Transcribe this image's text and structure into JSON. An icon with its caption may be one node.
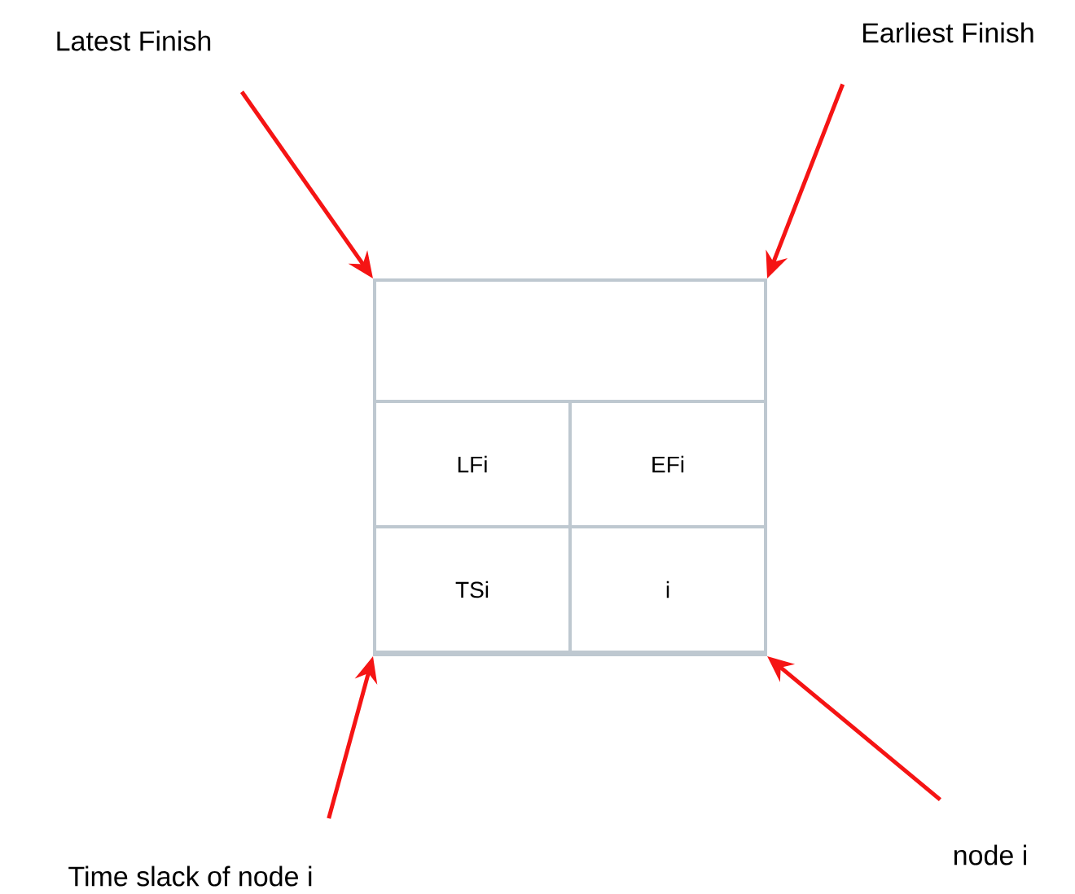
{
  "diagram": {
    "nodes": [
      {
        "text": [
          "Latest Finish"
        ]
      },
      {
        "text": [
          "Earliest Finish"
        ]
      },
      {
        "text": [],
        "shape": "box"
      },
      {
        "text": [
          "LFi"
        ],
        "in": 2
      },
      {
        "text": [
          "EFi"
        ],
        "in": 2
      },
      {
        "text": [
          "TSi"
        ],
        "in": 2
      },
      {
        "text": [
          "i"
        ],
        "in": 2
      },
      {
        "text": [
          "Time slack of node i"
        ]
      },
      {
        "text": [
          "node i"
        ]
      }
    ],
    "edges": [
      {
        "from": 0,
        "to": 2,
        "arrow": "to"
      },
      {
        "from": 1,
        "to": 2,
        "arrow": "to"
      },
      {
        "from": 7,
        "to": 2,
        "arrow": "to"
      },
      {
        "from": 8,
        "to": 2,
        "arrow": "to"
      }
    ]
  }
}
